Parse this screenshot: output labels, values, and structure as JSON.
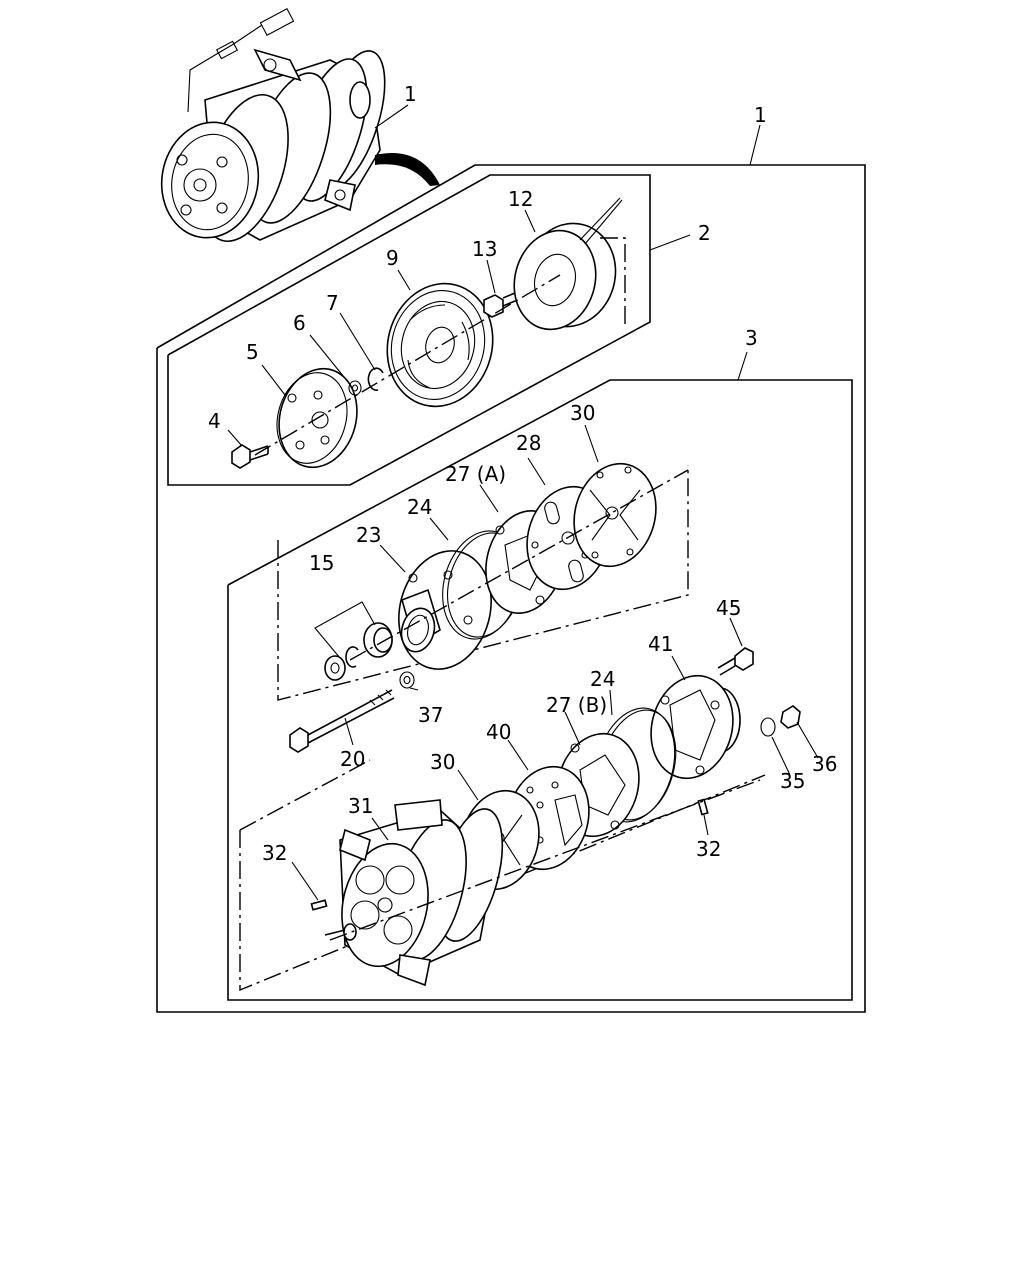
{
  "callouts": {
    "c1_top": "1",
    "c1_frame": "1",
    "c2": "2",
    "c3": "3",
    "c4": "4",
    "c5": "5",
    "c6": "6",
    "c7": "7",
    "c9": "9",
    "c12": "12",
    "c13": "13",
    "c15": "15",
    "c20": "20",
    "c23": "23",
    "c24_a": "24",
    "c24_b": "24",
    "c27a": "27 (A)",
    "c27b": "27 (B)",
    "c28": "28",
    "c30_a": "30",
    "c30_b": "30",
    "c31": "31",
    "c32_a": "32",
    "c32_b": "32",
    "c35": "35",
    "c36": "36",
    "c37": "37",
    "c40": "40",
    "c41": "41",
    "c45": "45"
  }
}
